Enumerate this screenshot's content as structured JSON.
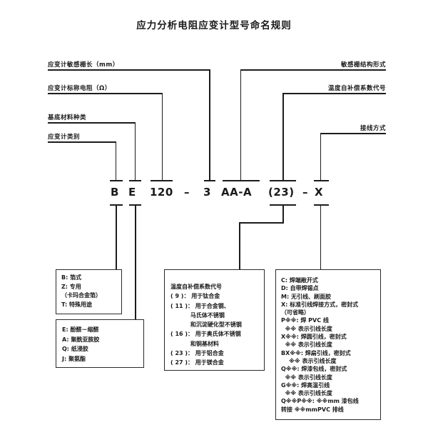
{
  "title": "应力分析电阻应变计型号命名规则",
  "labels_left": [
    "应变计敏感栅长（mm）",
    "应变计标称电阻（Ω）",
    "基底材料种类",
    "应变计类别"
  ],
  "labels_right": [
    "敏感栅结构形式",
    "温度自补偿系数代号",
    "接线方式"
  ],
  "model": {
    "segments": [
      "B",
      "E",
      "120",
      "–",
      "3",
      "AA-A",
      "(23)",
      "–",
      "X"
    ]
  },
  "boxes": {
    "gauge_type": {
      "lines": [
        "B: 箔式",
        "Z: 专用",
        "（卡玛合金箔）",
        "T: 特殊用途"
      ]
    },
    "base_material": {
      "lines": [
        "E: 酚醛－缩醛",
        "A: 聚酰亚胺胶",
        "Q: 纸浸胶",
        "J: 聚氨酯"
      ]
    },
    "temp_compensation": {
      "lines": [
        "温度自补偿系数代号",
        "( 9 )： 用于钛合金",
        "( 11 )： 用于合金钢、",
        "          马氏体不锈钢",
        "          和沉淀硬化型不锈钢",
        "( 16 )： 用于奥氏体不锈钢",
        "          和铜基材料",
        "( 23 )： 用于铝合金",
        "( 27 )： 用于镁合金"
      ]
    },
    "wiring": {
      "lines": [
        "C: 焊端敞开式",
        "D: 自带焊锡点",
        "M: 无引线、刷面胶",
        "X: 标准引线焊接方式，密封式",
        "（可省略）",
        "P※※: 焊 PVC 线",
        "  ※※ 表示引线长度",
        "X※※: 焊圆引线，密封式",
        "  ※※ 表示引线长度",
        "BX※※: 焊扁引线，密封式",
        "    ※※ 表示引线长度",
        "Q※※: 焊漆包线，密封式",
        "  ※※ 表示引线长度",
        "G※※: 焊高温引线",
        "  ※※ 表示引线长度",
        "Q※※P※※: ※※mm 漆包线",
        "转接 ※※mmPVC 排线"
      ]
    }
  }
}
